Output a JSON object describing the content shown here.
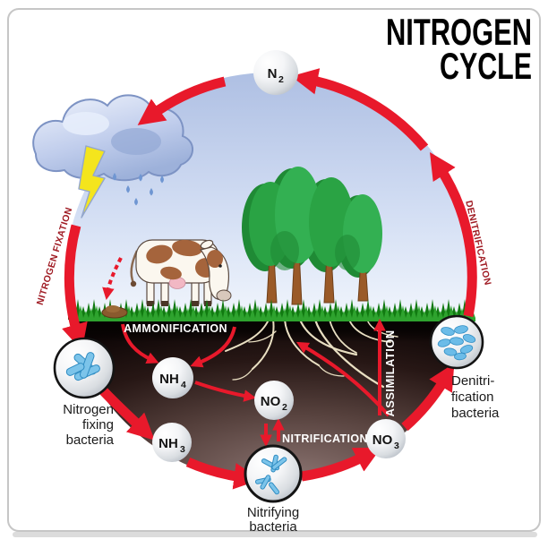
{
  "title": {
    "line1": "NITROGEN",
    "line2": "CYCLE"
  },
  "process_labels": {
    "nitrogen_fixation": "NITROGEN FIXATION",
    "denitrification": "DENITRIFICATION",
    "ammonification": "AMMONIFICATION",
    "nitrification": "NITRIFICATION",
    "assimilation": "ASSIMILATION"
  },
  "molecules": {
    "n2": {
      "symbol": "N",
      "subscript": "2"
    },
    "nh4": {
      "symbol": "NH",
      "subscript": "4"
    },
    "nh3": {
      "symbol": "NH",
      "subscript": "3"
    },
    "no2": {
      "symbol": "NO",
      "subscript": "2"
    },
    "no3": {
      "symbol": "NO",
      "subscript": "3"
    }
  },
  "captions": {
    "nitrogen_fixing_bacteria": {
      "line1": "Nitrogen",
      "line2": "fixing",
      "line3": "bacteria"
    },
    "nitrifying_bacteria": {
      "line1": "Nitrifying",
      "line2": "bacteria"
    },
    "denitrification_bacteria": {
      "line1": "Denitri-",
      "line2": "fication",
      "line3": "bacteria"
    }
  },
  "colors": {
    "arrow_red": "#e8192b",
    "process_label_red": "#a01c24",
    "title_black": "#000000",
    "sky_blue": "#b3c3e6",
    "grass_green": "#2ea32e",
    "tree_green": "#2aa344",
    "soil_brown": "#55403c",
    "bacteria_blue": "#76c2ea",
    "cloud_blue": "#c3d1ec",
    "lightning_yellow": "#f4e51d"
  }
}
